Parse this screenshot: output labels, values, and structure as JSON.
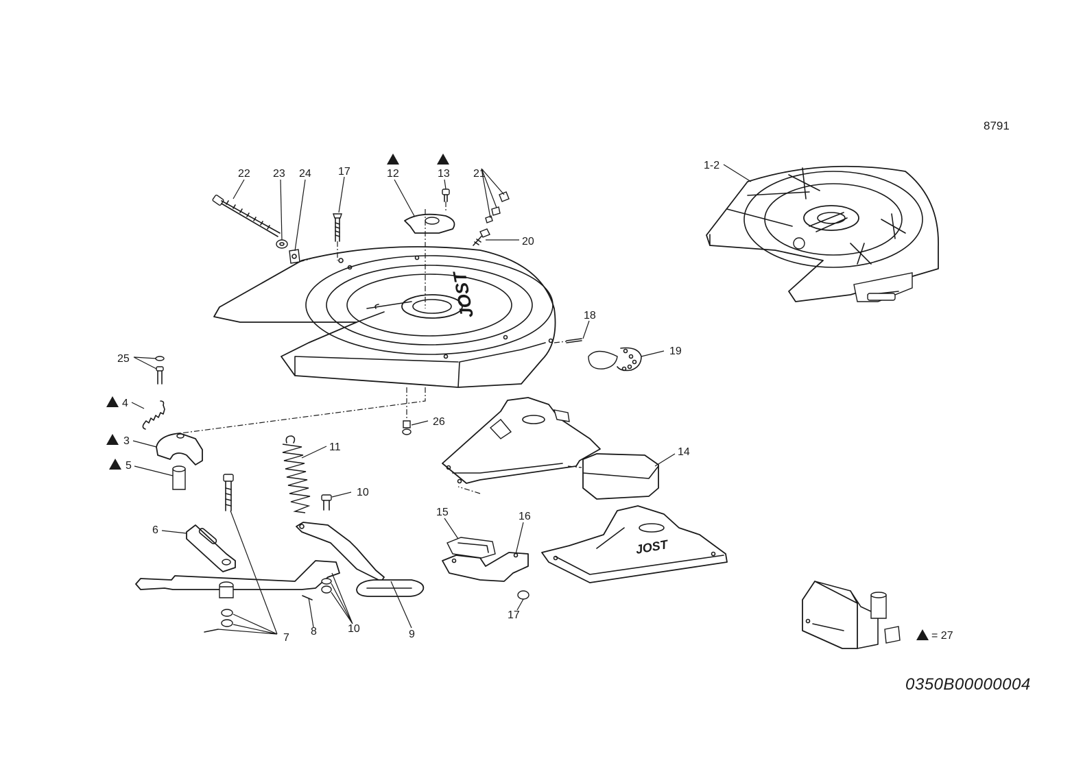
{
  "figure_number": "8791",
  "drawing_code": "0350B00000004",
  "brand_logo": "JOST",
  "callouts": {
    "c1_2": "1-2",
    "c3": "3",
    "c4": "4",
    "c5": "5",
    "c6": "6",
    "c7": "7",
    "c8": "8",
    "c9": "9",
    "c10a": "10",
    "c10b": "10",
    "c11": "11",
    "c12": "12",
    "c13": "13",
    "c14": "14",
    "c15": "15",
    "c16": "16",
    "c17a": "17",
    "c17b": "17",
    "c18": "18",
    "c19": "19",
    "c20": "20",
    "c21": "21",
    "c22": "22",
    "c23": "23",
    "c24": "24",
    "c25": "25",
    "c26": "26",
    "c27": "= 27"
  },
  "marker_icon": "filled-triangle-icon",
  "colors": {
    "ink": "#1a1a1a",
    "paper": "#ffffff"
  }
}
